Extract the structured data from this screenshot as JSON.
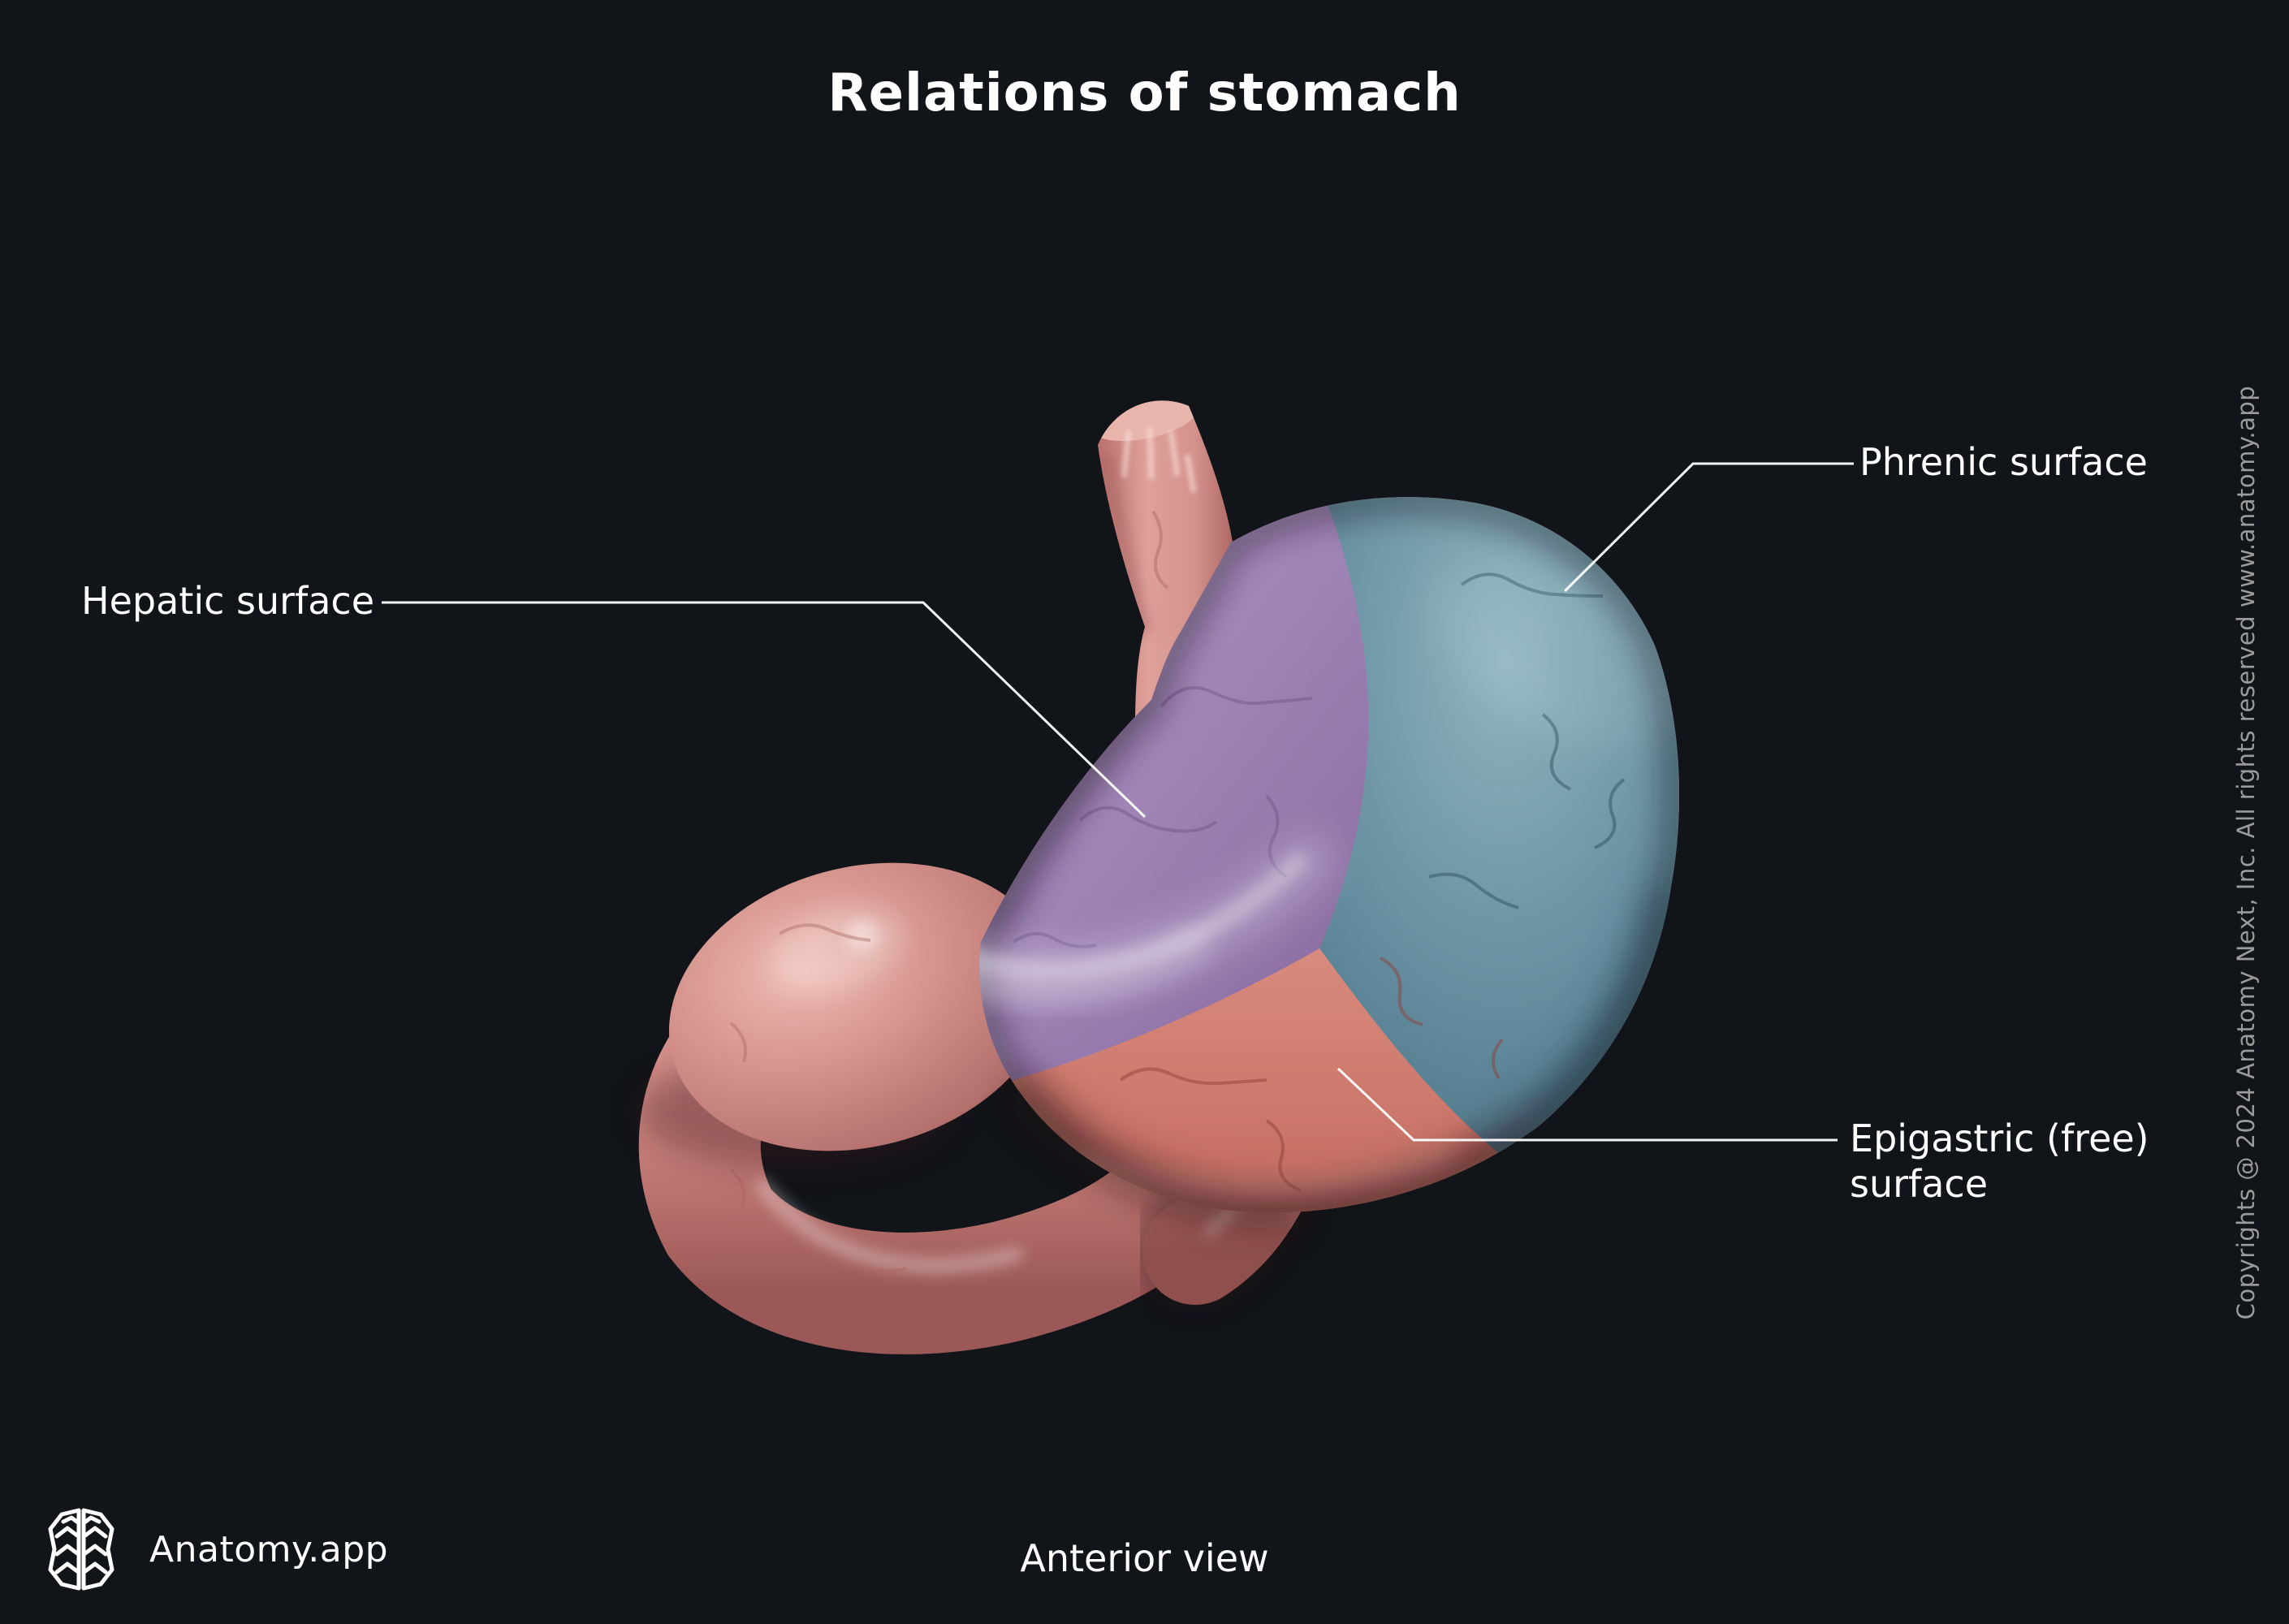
{
  "page": {
    "title": "Relations of stomach",
    "view_caption": "Anterior view",
    "brand_name": "Anatomy.app",
    "copyright": "Copyrights @ 2024 Anatomy Next, Inc. All rights reserved www.anatomy.app"
  },
  "figure": {
    "subject": "3D render of stomach with esophagus and duodenum, anterior view",
    "regions": [
      {
        "id": "hepatic",
        "label": "Hepatic surface",
        "overlay_color": "#a287b8"
      },
      {
        "id": "phrenic",
        "label": "Phrenic surface",
        "overlay_color": "#6f93a5"
      },
      {
        "id": "epigastric",
        "label": "Epigastric (free) surface",
        "overlay_color": "#c76f66"
      }
    ]
  },
  "icons": [
    {
      "name": "brain-logo-icon",
      "meaning": "Anatomy.app brand logo"
    }
  ],
  "colors": {
    "background": "#111419",
    "label_text": "#ffffff",
    "leader_line": "#ffffff",
    "copyright_text": "#9b9b9b",
    "organ_pink": "#d0867f"
  }
}
